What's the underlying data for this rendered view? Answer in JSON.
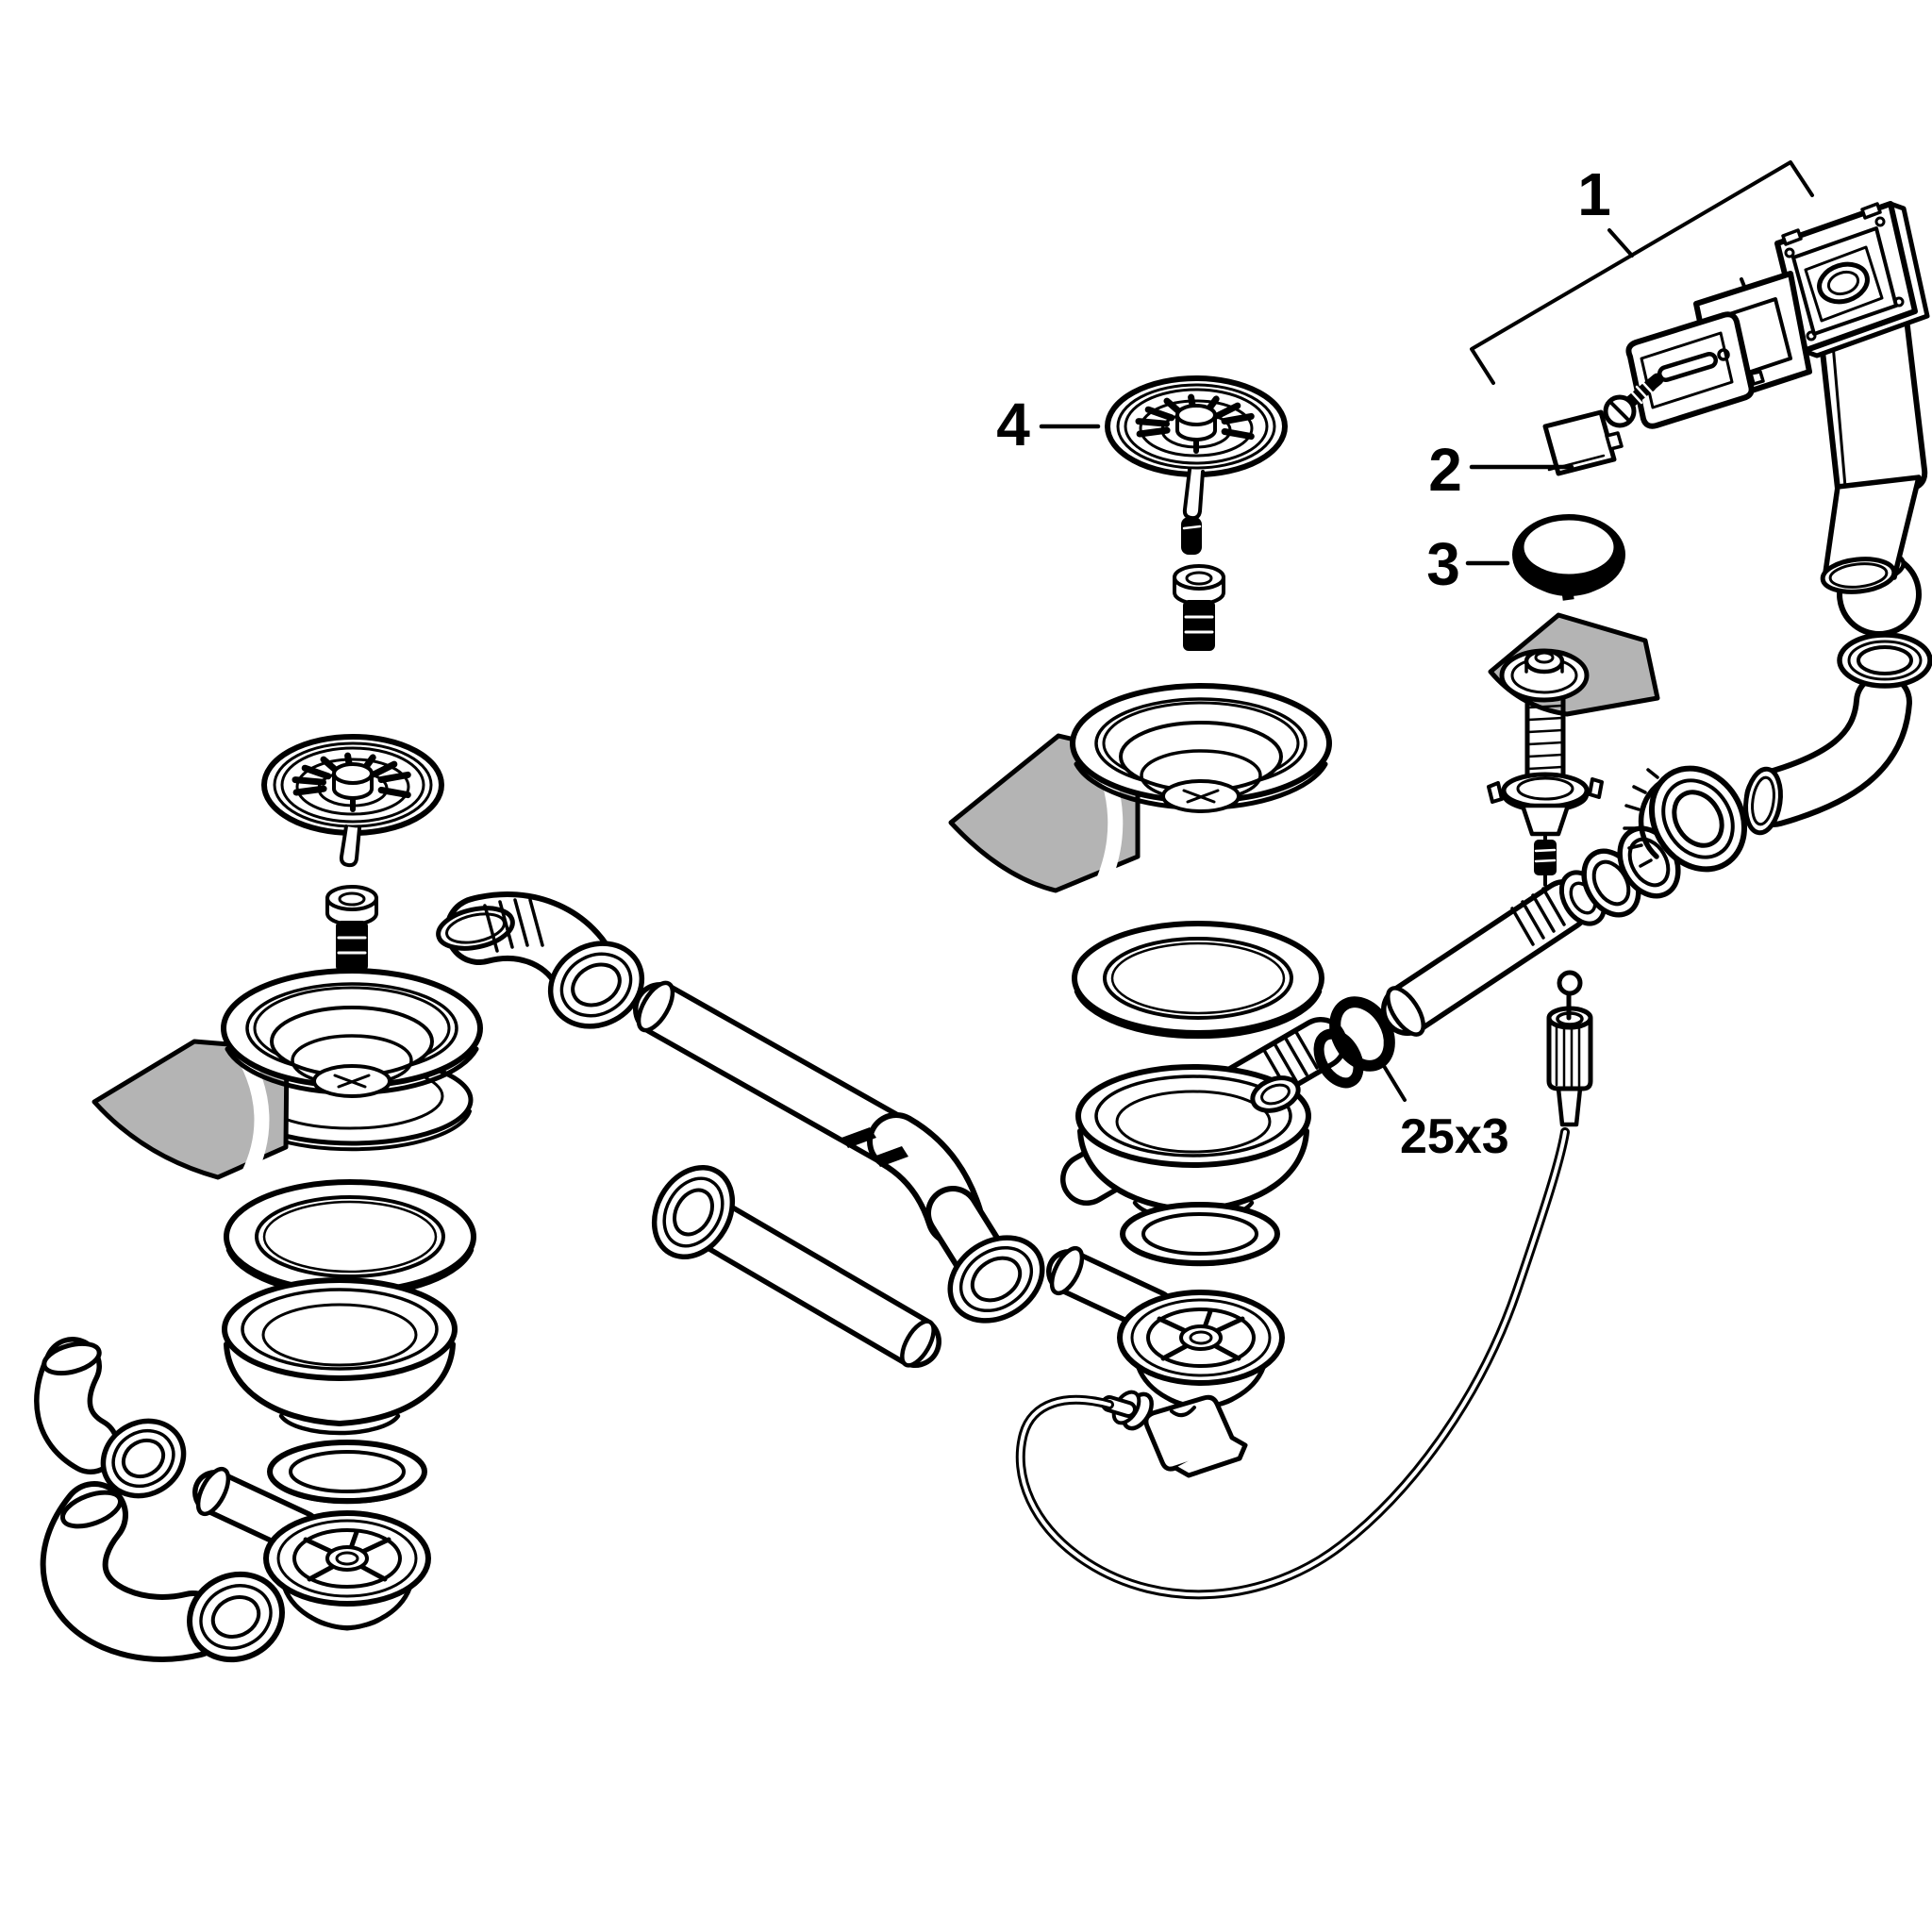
{
  "canvas": {
    "background": "#ffffff"
  },
  "colors": {
    "line": "#000000",
    "surface": "#ffffff",
    "shade_gray": "#b4b4b4",
    "part_black": "#000000"
  },
  "callouts": {
    "item1": {
      "label": "1"
    },
    "item2": {
      "label": "2"
    },
    "item3": {
      "label": "3"
    },
    "item4": {
      "label": "4"
    }
  },
  "dimensions": {
    "oring": {
      "label": "25x3"
    }
  }
}
